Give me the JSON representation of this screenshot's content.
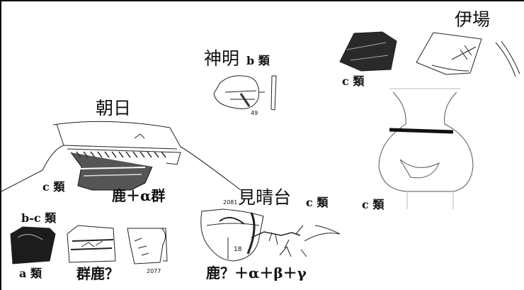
{
  "sites": {
    "iba": "伊場",
    "shinmei": "神明",
    "asahi": "朝日",
    "mihari": "見晴台"
  },
  "classes": {
    "shinmei_b": "b 類",
    "iba_c_upper": "c 類",
    "iba_c_lower": "c 類",
    "asahi_c": "c 類",
    "mihari_c": "c 類",
    "bc": "b-c 類",
    "a": "a 類"
  },
  "formulas": {
    "asahi": "鹿＋α群",
    "gunroku": "群鹿？",
    "mihari": "鹿？＋α＋β＋γ"
  },
  "numbers": {
    "shinmei_small": "49",
    "sherd_2077": "2077",
    "pot_2081": "2081",
    "pot_18": "18"
  }
}
